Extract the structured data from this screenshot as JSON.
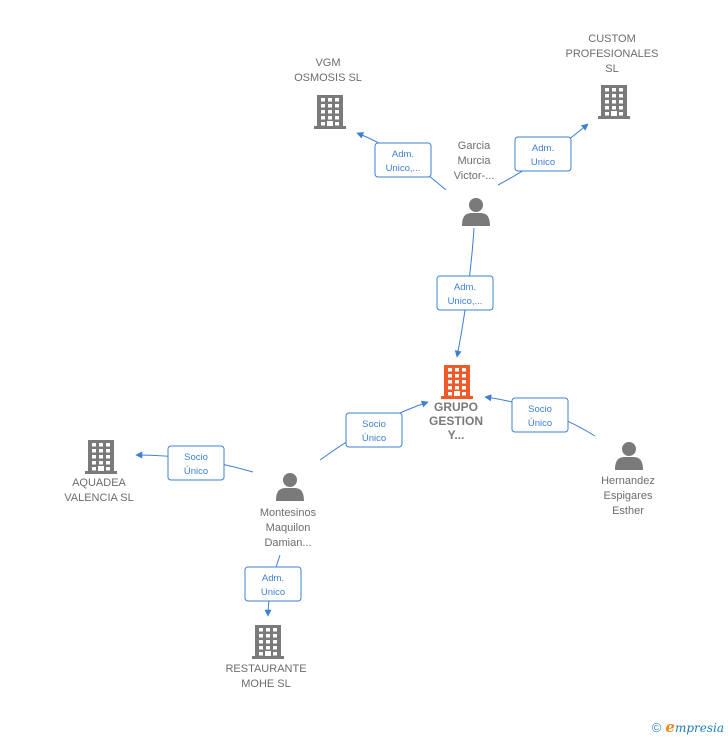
{
  "nodes": [
    {
      "id": "vgm",
      "type": "company",
      "lines": [
        "VGM",
        "OSMOSIS  SL"
      ]
    },
    {
      "id": "custom",
      "type": "company",
      "lines": [
        "CUSTOM",
        "PROFESIONALES",
        "SL"
      ]
    },
    {
      "id": "garcia",
      "type": "person",
      "lines": [
        "Garcia",
        "Murcia",
        "Victor-..."
      ]
    },
    {
      "id": "grupo",
      "type": "company",
      "main": true,
      "lines": [
        "GRUPO",
        "GESTION",
        "Y..."
      ]
    },
    {
      "id": "hernandez",
      "type": "person",
      "lines": [
        "Hernandez",
        "Espigares",
        "Esther"
      ]
    },
    {
      "id": "aquadea",
      "type": "company",
      "lines": [
        "AQUADEA",
        "VALENCIA SL"
      ]
    },
    {
      "id": "montesinos",
      "type": "person",
      "lines": [
        "Montesinos",
        "Maquilon",
        "Damian..."
      ]
    },
    {
      "id": "restaurante",
      "type": "company",
      "lines": [
        "RESTAURANTE",
        "MOHE SL"
      ]
    }
  ],
  "edges": [
    {
      "from": "garcia",
      "to": "vgm",
      "lines": [
        "Adm.",
        "Unico,..."
      ]
    },
    {
      "from": "garcia",
      "to": "custom",
      "lines": [
        "Adm.",
        "Unico"
      ]
    },
    {
      "from": "garcia",
      "to": "grupo",
      "lines": [
        "Adm.",
        "Unico,..."
      ]
    },
    {
      "from": "hernandez",
      "to": "grupo",
      "lines": [
        "Socio",
        "Único"
      ]
    },
    {
      "from": "montesinos",
      "to": "grupo",
      "lines": [
        "Socio",
        "Único"
      ]
    },
    {
      "from": "montesinos",
      "to": "aquadea",
      "lines": [
        "Socio",
        "Único"
      ]
    },
    {
      "from": "montesinos",
      "to": "restaurante",
      "lines": [
        "Adm.",
        "Unico"
      ]
    }
  ],
  "footer": {
    "copyright": "©",
    "brand_initial": "e",
    "brand_rest": "mpresia"
  },
  "colors": {
    "edge": "#3d7fd1",
    "node": "#7a7a7a",
    "main_node": "#f05a28"
  }
}
